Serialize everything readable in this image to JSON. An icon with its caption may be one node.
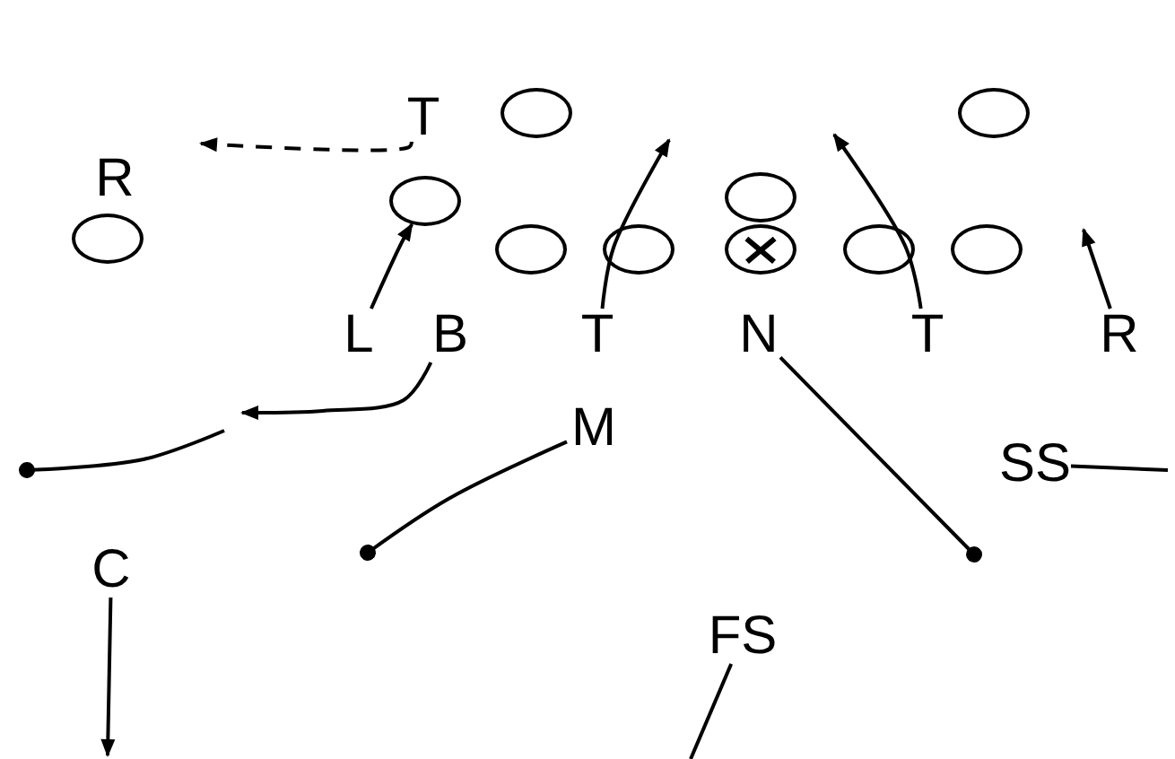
{
  "diagram": {
    "nodes": [
      {
        "text": [
          "T"
        ]
      },
      {
        "text": [
          "R"
        ]
      },
      {
        "text": [],
        "shape": "circle"
      },
      {
        "text": [],
        "shape": "circle"
      },
      {
        "text": [],
        "shape": "circle"
      },
      {
        "text": [],
        "shape": "circle"
      },
      {
        "text": [],
        "shape": "circle"
      },
      {
        "text": [],
        "shape": "circle"
      },
      {
        "text": [],
        "shape": "circle"
      },
      {
        "text": [],
        "shape": "circle"
      },
      {
        "text": [],
        "shape": "circle"
      },
      {
        "text": [],
        "shape": "circle"
      },
      {
        "text": [
          "L"
        ]
      },
      {
        "text": [
          "B"
        ]
      },
      {
        "text": [
          "T"
        ]
      },
      {
        "text": [
          "N"
        ]
      },
      {
        "text": [
          "T"
        ]
      },
      {
        "text": [
          "R"
        ]
      },
      {
        "text": [
          "M"
        ]
      },
      {
        "text": [
          "SS"
        ]
      },
      {
        "text": [
          "C"
        ]
      },
      {
        "text": [
          "FS"
        ]
      }
    ],
    "edges": [
      {
        "from": 0,
        "to": null,
        "arrow": "to",
        "style": "dashed"
      },
      {
        "from": 12,
        "to": 5,
        "arrow": "to"
      },
      {
        "from": 13,
        "to": null,
        "arrow": "to"
      },
      {
        "from": 14,
        "to": null,
        "arrow": "to"
      },
      {
        "from": 16,
        "to": null,
        "arrow": "to"
      },
      {
        "from": 17,
        "to": null,
        "arrow": "to"
      },
      {
        "from": 18,
        "to": null,
        "arrow": "other"
      },
      {
        "from": 15,
        "to": null,
        "arrow": "other"
      },
      {
        "from": 19,
        "to": null,
        "arrow": "none"
      },
      {
        "from": 20,
        "to": null,
        "arrow": "to"
      },
      {
        "from": 21,
        "to": null,
        "arrow": "none"
      }
    ]
  }
}
